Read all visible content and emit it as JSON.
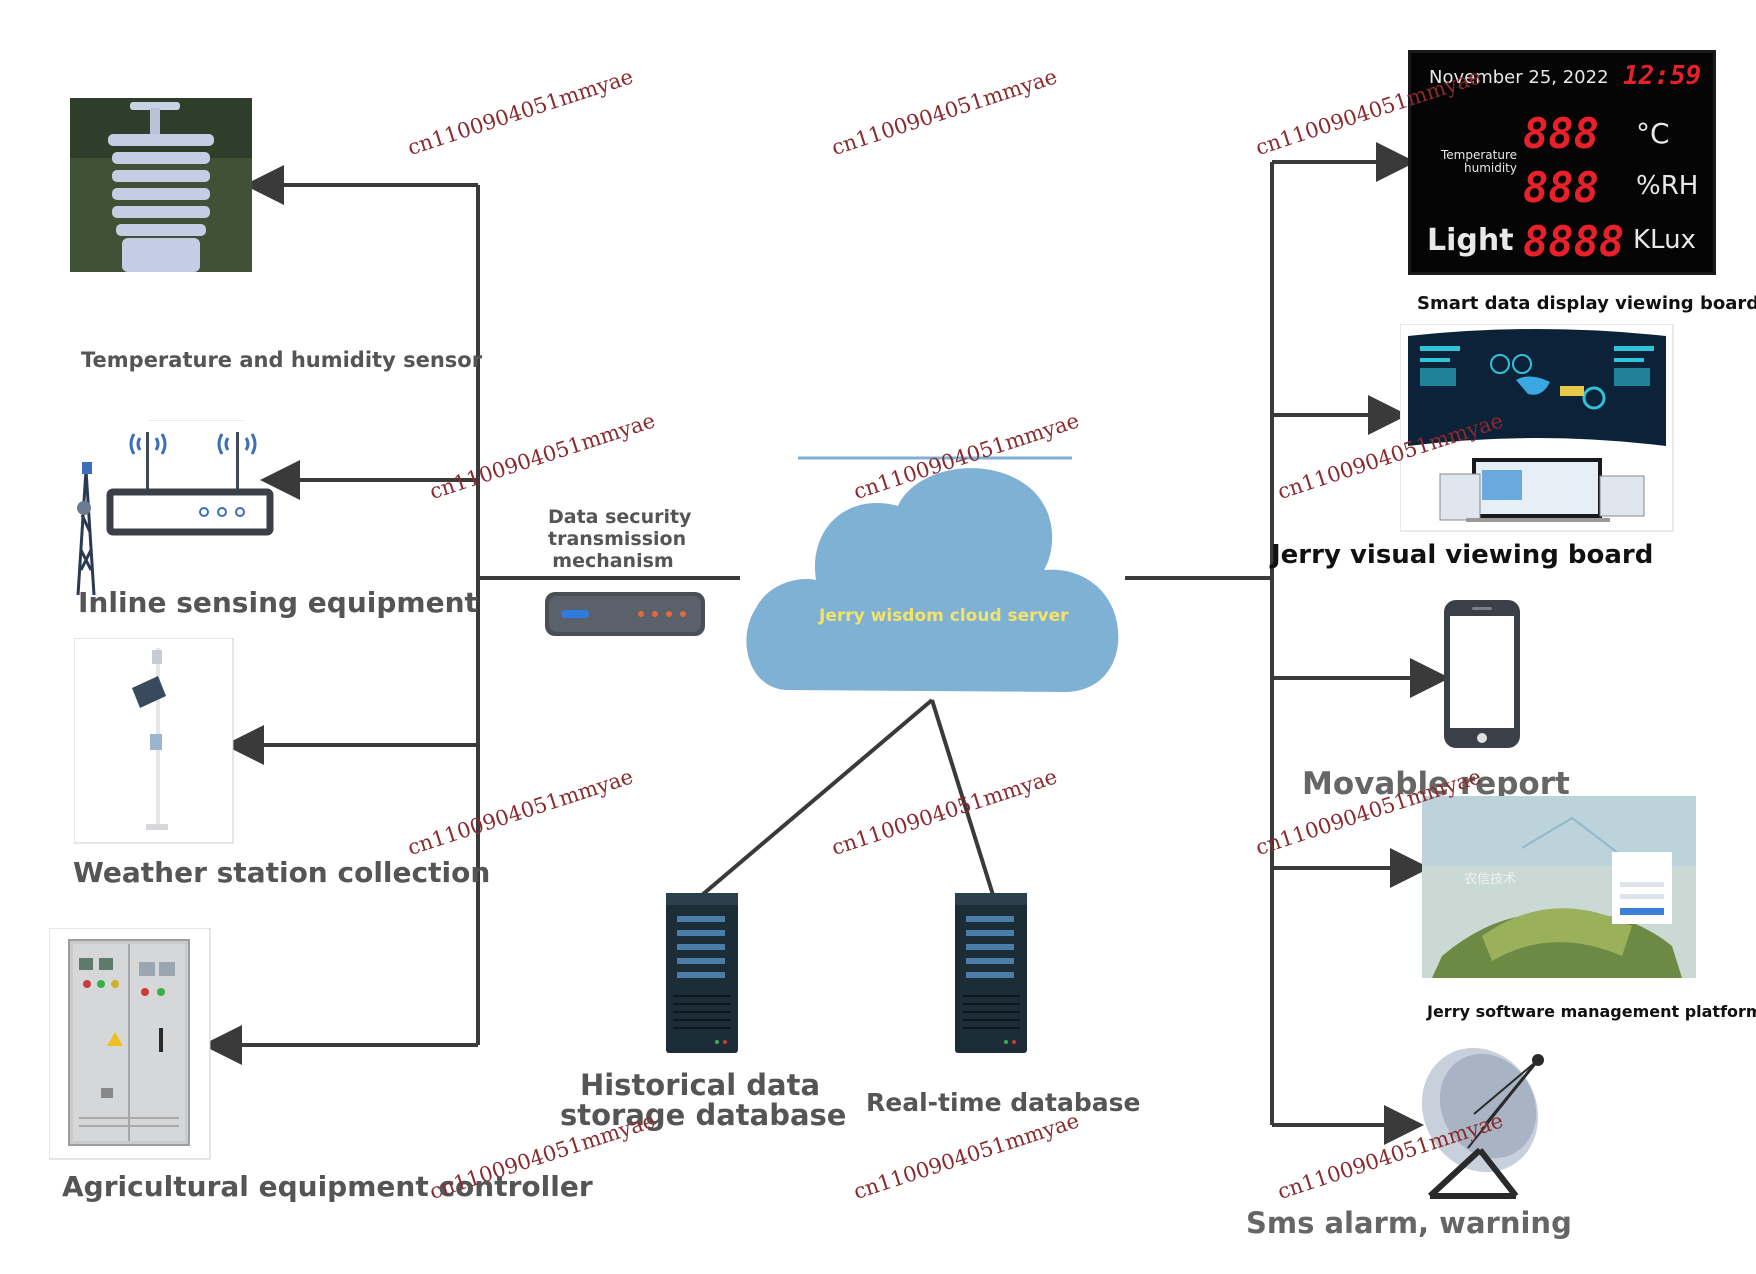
{
  "nodes": {
    "cloud": {
      "label": "Jerry wisdom cloud server"
    },
    "link": {
      "label_lines": [
        "Data security",
        "transmission",
        "mechanism"
      ]
    },
    "sensor_th": {
      "label": "Temperature and humidity sensor"
    },
    "inline": {
      "label": "Inline sensing equipment"
    },
    "weather": {
      "label": "Weather station collection"
    },
    "controller": {
      "label": "Agricultural equipment controller"
    },
    "hist_db": {
      "label_lines": [
        "Historical data",
        "storage database"
      ]
    },
    "rt_db": {
      "label": "Real-time database"
    },
    "smart_board": {
      "label": "Smart data display viewing board"
    },
    "visual_board": {
      "label": "Jerry visual viewing board"
    },
    "mobile": {
      "label": "Movable report"
    },
    "platform": {
      "label": "Jerry software management platform"
    },
    "sms": {
      "label": "Sms alarm, warning"
    }
  },
  "display_board": {
    "date": "November 25, 2022",
    "time": "12:59",
    "temp_caption": [
      "Temperature",
      "humidity"
    ],
    "temp_value": "888",
    "temp_unit": "°C",
    "hum_value": "888",
    "hum_unit": "%RH",
    "light_caption": "Light",
    "light_value": "8888",
    "light_unit": "KLux"
  },
  "platform_screen": {
    "title": "农信技术"
  },
  "watermark": "cn1100904051mmyae",
  "colors": {
    "line": "#3a3a3a",
    "cloud": "#7fb1d5",
    "cloud_text": "#f3e36a",
    "led": "#e8202a",
    "label_gray": "#555555",
    "label_black": "#111111",
    "watermark": "#8a2a2e",
    "server": "#1d2d38"
  }
}
